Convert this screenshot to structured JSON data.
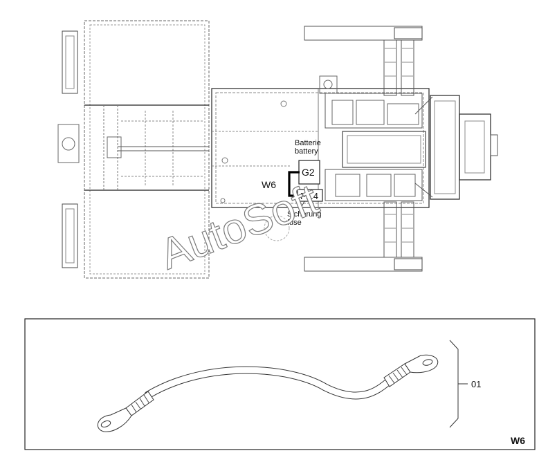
{
  "watermark": "AutoSoft",
  "top_diagram": {
    "battery_label_de": "Batterie",
    "battery_label_en": "battery",
    "battery_code": "G2",
    "fuse_code": "F1.4",
    "fuse_label_de": "Sicherung",
    "fuse_label_en": "fuse",
    "cable_code": "W6"
  },
  "detail_panel": {
    "part_callout": "01",
    "panel_code": "W6"
  }
}
